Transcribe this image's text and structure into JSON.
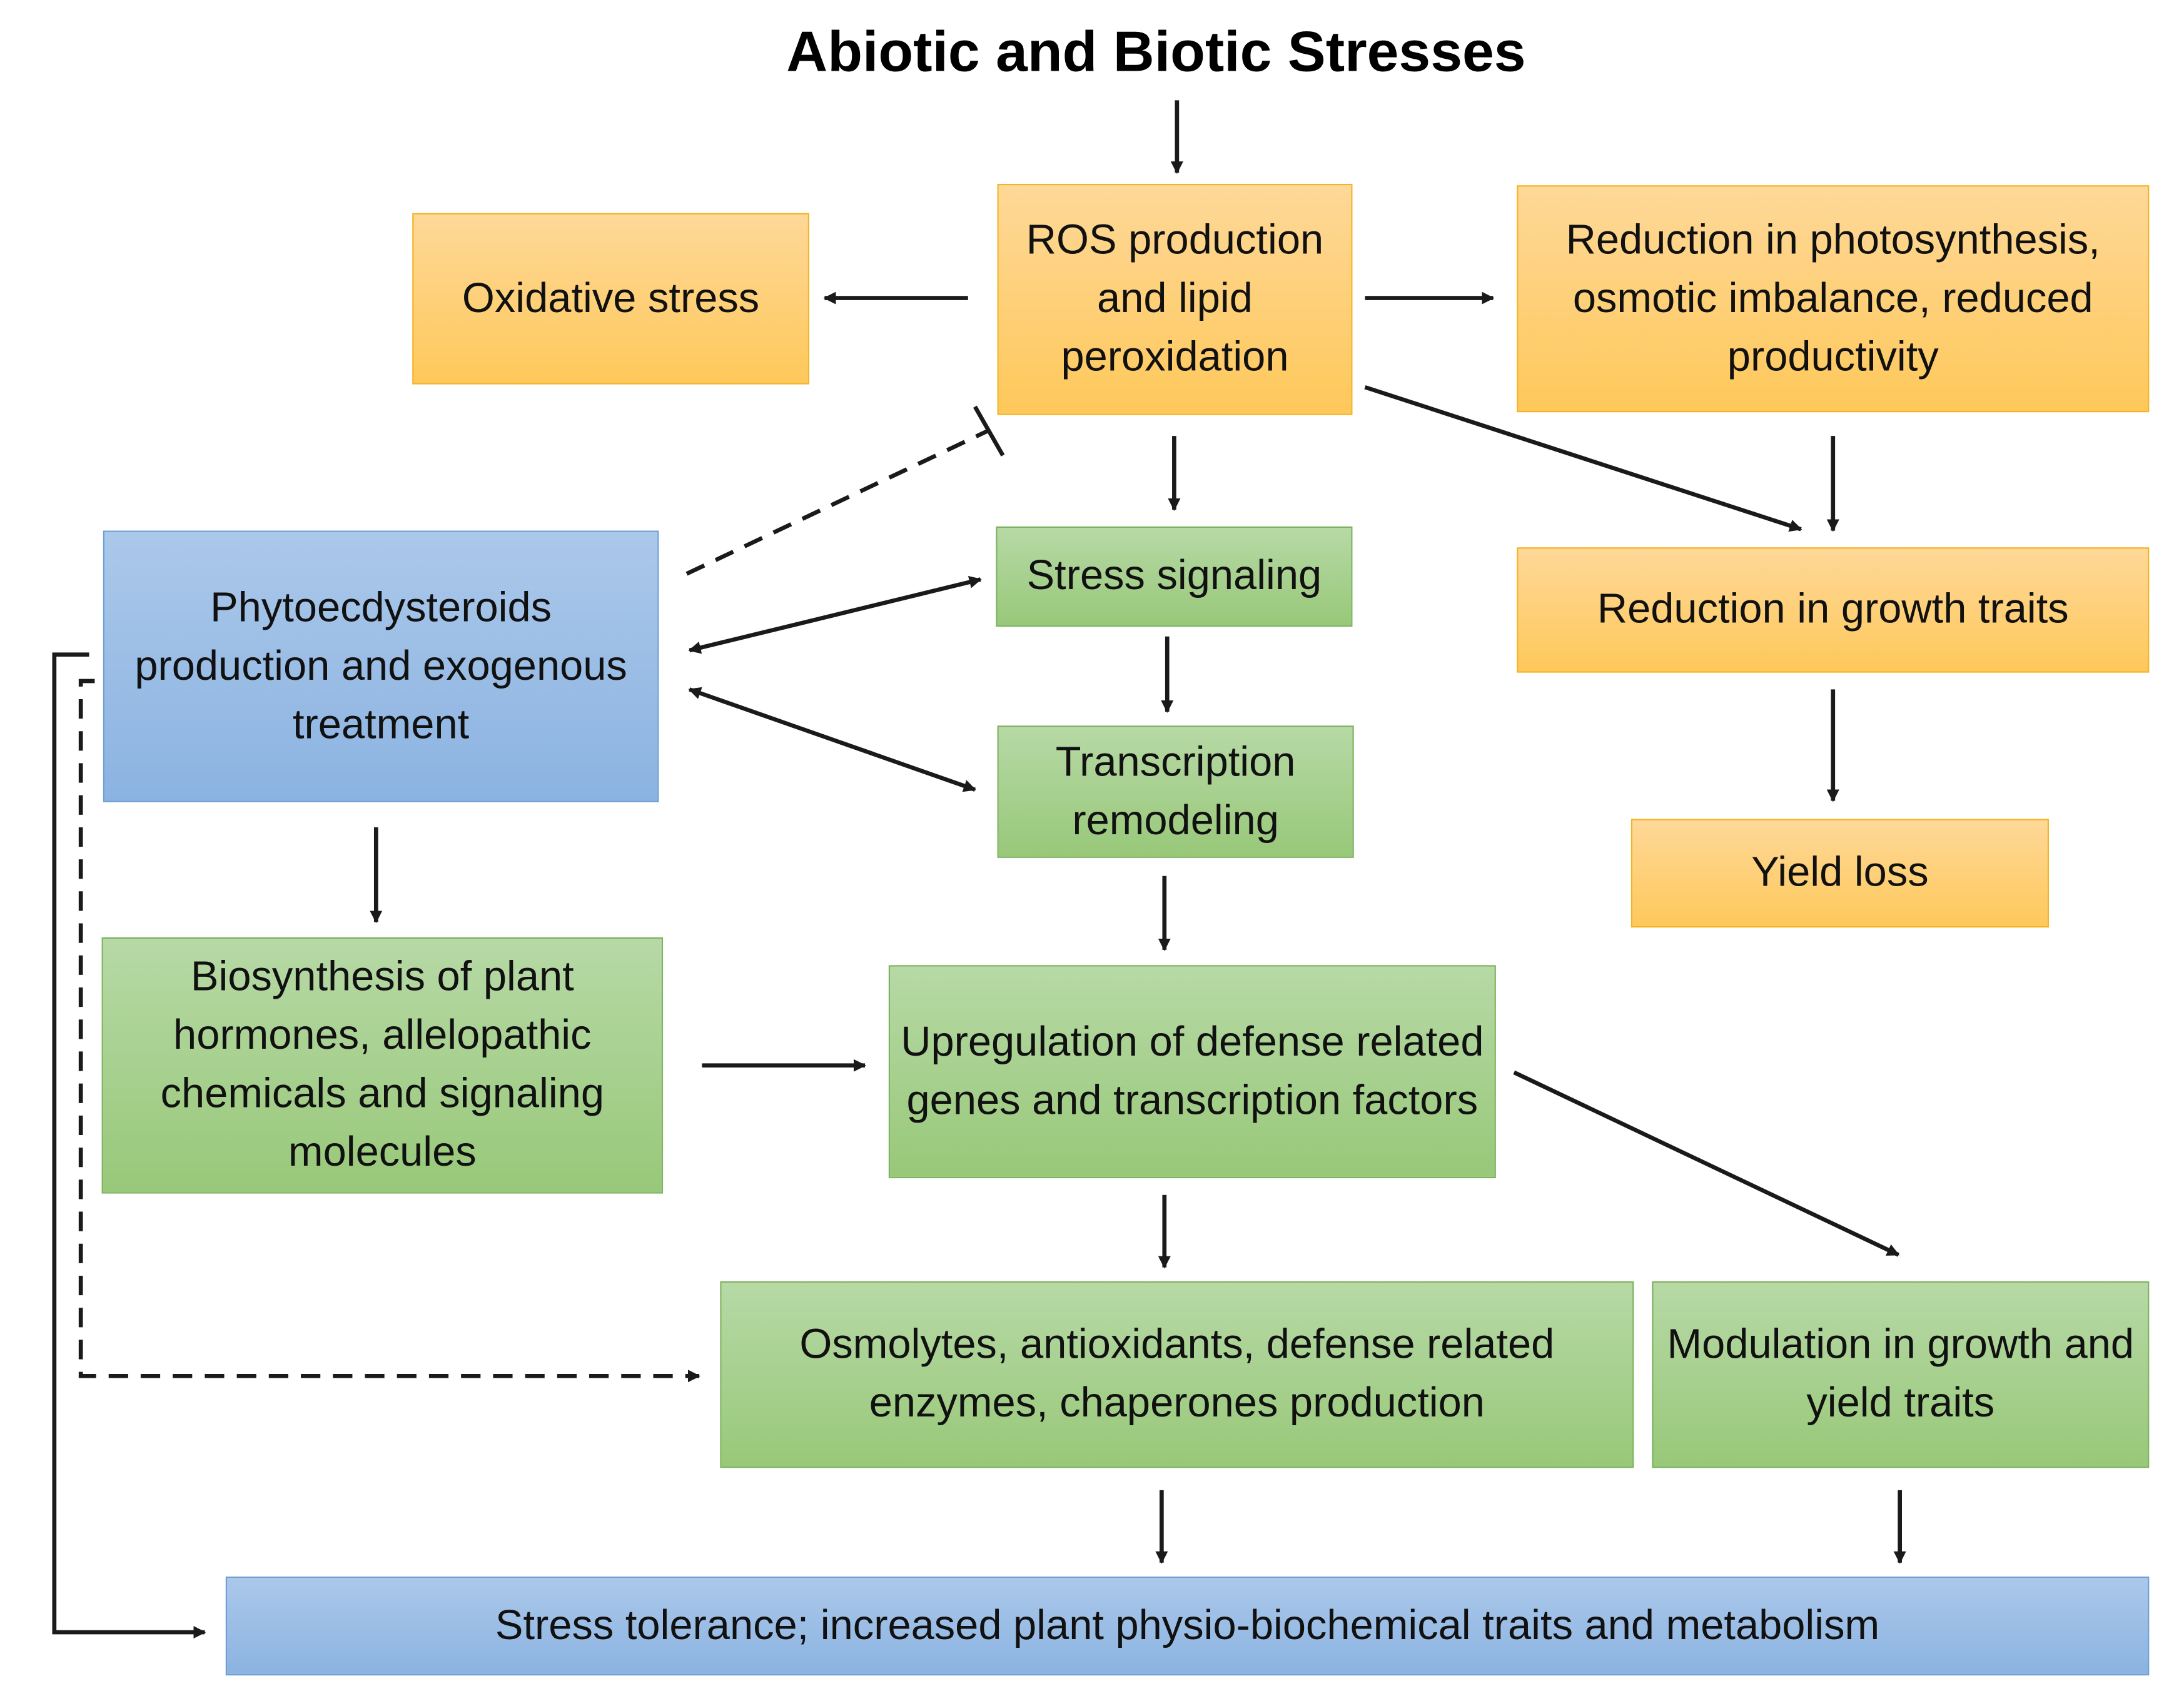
{
  "title": "Abiotic and Biotic Stresses",
  "nodes": {
    "oxidative": "Oxidative stress",
    "ros": "ROS production and lipid peroxidation",
    "reduction_photo": "Reduction in photosynthesis, osmotic imbalance, reduced productivity",
    "phyto": "Phytoecdysteroids production and exogenous treatment",
    "stress_signaling": "Stress signaling",
    "transcription": "Transcription remodeling",
    "growth_reduction": "Reduction in growth traits",
    "yield_loss": "Yield loss",
    "biosynthesis": "Biosynthesis of plant hormones, allelopathic chemicals and signaling molecules",
    "upregulation": "Upregulation of defense related genes and transcription factors",
    "osmolytes": "Osmolytes, antioxidants, defense related enzymes, chaperones production",
    "modulation": "Modulation in growth and yield traits",
    "tolerance": "Stress tolerance; increased plant physio-biochemical traits and metabolism"
  },
  "colors": {
    "stress_fill": "#fec85a",
    "response_fill": "#98c879",
    "phyto_fill": "#8bb3e1",
    "arrow": "#1a1a1a"
  }
}
